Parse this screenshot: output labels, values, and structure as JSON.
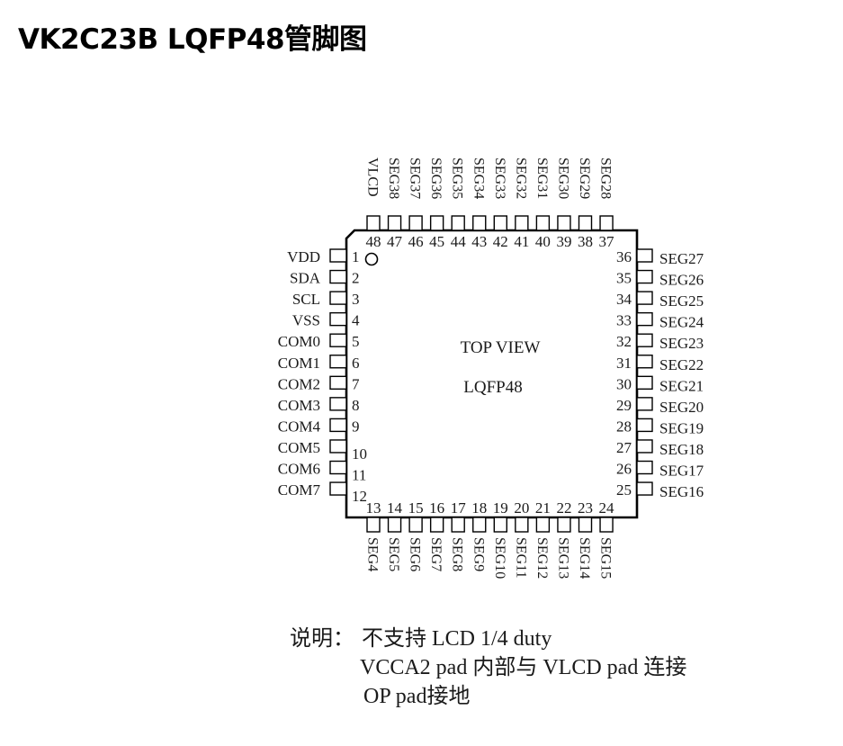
{
  "title": "VK2C23B  LQFP48管脚图",
  "chip": {
    "package": "LQFP48",
    "center_labels": {
      "view": "TOP VIEW",
      "package": "LQFP48"
    },
    "pin1_marker": "circle"
  },
  "pins": {
    "left": [
      {
        "number": "1",
        "name": "VDD"
      },
      {
        "number": "2",
        "name": "SDA"
      },
      {
        "number": "3",
        "name": "SCL"
      },
      {
        "number": "4",
        "name": "VSS"
      },
      {
        "number": "5",
        "name": "COM0"
      },
      {
        "number": "6",
        "name": "COM1"
      },
      {
        "number": "7",
        "name": "COM2"
      },
      {
        "number": "8",
        "name": "COM3"
      },
      {
        "number": "9",
        "name": "COM4"
      },
      {
        "number": "10",
        "name": "COM5"
      },
      {
        "number": "11",
        "name": "COM6"
      },
      {
        "number": "12",
        "name": "COM7"
      }
    ],
    "bottom": [
      {
        "number": "13",
        "name": "SEG4"
      },
      {
        "number": "14",
        "name": "SEG5"
      },
      {
        "number": "15",
        "name": "SEG6"
      },
      {
        "number": "16",
        "name": "SEG7"
      },
      {
        "number": "17",
        "name": "SEG8"
      },
      {
        "number": "18",
        "name": "SEG9"
      },
      {
        "number": "19",
        "name": "SEG10"
      },
      {
        "number": "20",
        "name": "SEG11"
      },
      {
        "number": "21",
        "name": "SEG12"
      },
      {
        "number": "22",
        "name": "SEG13"
      },
      {
        "number": "23",
        "name": "SEG14"
      },
      {
        "number": "24",
        "name": "SEG15"
      }
    ],
    "right": [
      {
        "number": "36",
        "name": "SEG27"
      },
      {
        "number": "35",
        "name": "SEG26"
      },
      {
        "number": "34",
        "name": "SEG25"
      },
      {
        "number": "33",
        "name": "SEG24"
      },
      {
        "number": "32",
        "name": "SEG23"
      },
      {
        "number": "31",
        "name": "SEG22"
      },
      {
        "number": "30",
        "name": "SEG21"
      },
      {
        "number": "29",
        "name": "SEG20"
      },
      {
        "number": "28",
        "name": "SEG19"
      },
      {
        "number": "27",
        "name": "SEG18"
      },
      {
        "number": "26",
        "name": "SEG17"
      },
      {
        "number": "25",
        "name": "SEG16"
      }
    ],
    "top": [
      {
        "number": "48",
        "name": "VLCD"
      },
      {
        "number": "47",
        "name": "SEG38"
      },
      {
        "number": "46",
        "name": "SEG37"
      },
      {
        "number": "45",
        "name": "SEG36"
      },
      {
        "number": "44",
        "name": "SEG35"
      },
      {
        "number": "43",
        "name": "SEG34"
      },
      {
        "number": "42",
        "name": "SEG33"
      },
      {
        "number": "41",
        "name": "SEG32"
      },
      {
        "number": "40",
        "name": "SEG31"
      },
      {
        "number": "39",
        "name": "SEG30"
      },
      {
        "number": "38",
        "name": "SEG29"
      },
      {
        "number": "37",
        "name": "SEG28"
      }
    ]
  },
  "notes": {
    "label": "说明：",
    "lines": [
      "不支持 LCD 1/4 duty",
      "VCCA2 pad 内部与 VLCD pad 连接",
      "OP  pad接地"
    ]
  }
}
